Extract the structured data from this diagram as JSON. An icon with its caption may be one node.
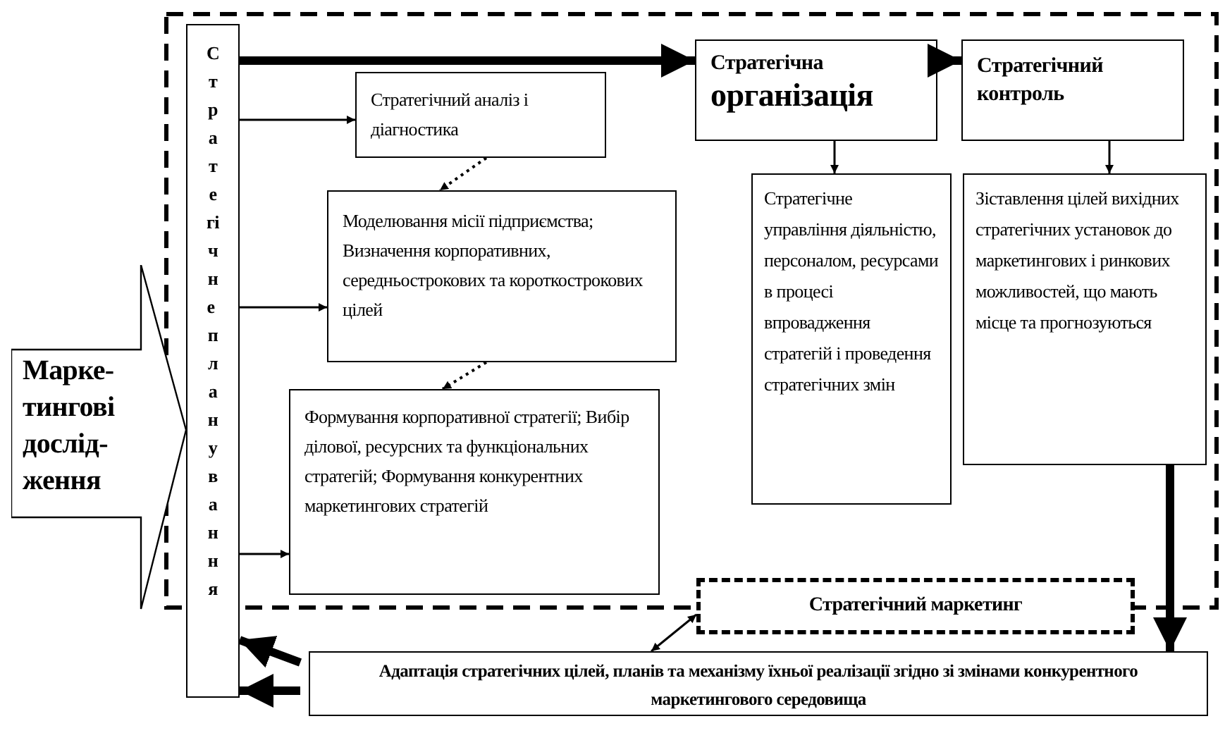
{
  "diagram": {
    "nodes": [
      {
        "text": [
          "Марке- тингові дослід- ження"
        ]
      },
      {
        "text": [
          "Стратегічне планування"
        ]
      },
      {
        "text": [
          "Стратегічний аналіз і діагностика"
        ]
      },
      {
        "text": [
          "Моделювання місії підприємства; Визначення корпоративних, середньострокових та короткострокових цілей"
        ]
      },
      {
        "text": [
          "Формування корпоративної стратегії; Вибір ділової,  ресурсних та функціональних стратегій; Формування конкурентних маркетингових стратегій"
        ]
      },
      {
        "text": [
          "Стратегічна",
          "організація"
        ]
      },
      {
        "text": [
          "Стратегічний контроль"
        ]
      },
      {
        "text": [
          "Стратегічне управління діяльністю, персоналом, ресурсами в процесі впровадження стратегій і проведення стратегічних змін"
        ]
      },
      {
        "text": [
          "Зіставлення цілей вихідних стратегічних установок до маркетингових і ринкових можливостей, що мають місце та прогнозуються"
        ]
      },
      {
        "text": [
          "Стратегічний маркетинг"
        ]
      },
      {
        "text": [
          "Адаптація стратегічних цілей, планів та механізму їхньої реалізації згідно зі змінами конкурентного маркетингового середовища"
        ]
      }
    ],
    "edges": [
      {
        "from": 1,
        "to": 5,
        "arrow": "to",
        "style": "thick"
      },
      {
        "from": 5,
        "to": 6,
        "arrow": "to",
        "style": "thick"
      },
      {
        "from": 1,
        "to": 2,
        "arrow": "to"
      },
      {
        "from": 1,
        "to": 3,
        "arrow": "to"
      },
      {
        "from": 1,
        "to": 4,
        "arrow": "to"
      },
      {
        "from": 2,
        "to": 3,
        "arrow": "to",
        "style": "dashed"
      },
      {
        "from": 3,
        "to": 4,
        "arrow": "to",
        "style": "dashed"
      },
      {
        "from": 5,
        "to": 7,
        "arrow": "to"
      },
      {
        "from": 6,
        "to": 8,
        "arrow": "to"
      },
      {
        "from": 8,
        "to": 10,
        "arrow": "to",
        "style": "thick"
      },
      {
        "from": 10,
        "to": 9,
        "arrow": "both"
      },
      {
        "from": 10,
        "to": 1,
        "arrow": "to",
        "style": "thick"
      },
      {
        "from": 10,
        "to": 1,
        "arrow": "to",
        "style": "thick"
      }
    ]
  }
}
